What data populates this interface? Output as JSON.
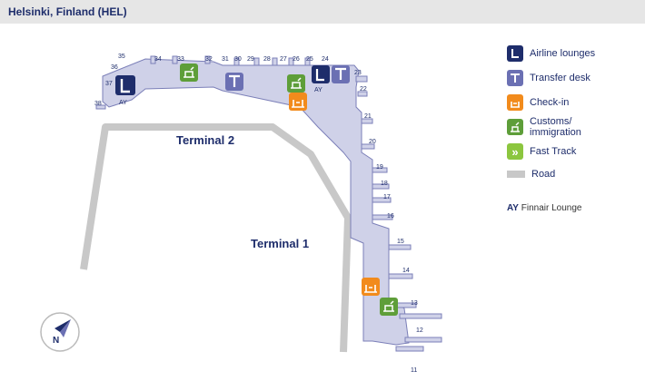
{
  "header": {
    "title": "Helsinki, Finland (HEL)"
  },
  "colors": {
    "building": "#cfd1e8",
    "building_stroke": "#7b7fb8",
    "road": "#c8c8c8",
    "lounge": "#1e2d6b",
    "transfer": "#6b70b3",
    "checkin": "#f28b1c",
    "customs": "#5e9e39",
    "fasttrack": "#8cc63f",
    "label": "#1e2d6b"
  },
  "map": {
    "terminal_labels": [
      "Terminal 2",
      "Terminal 1"
    ],
    "gates": [
      "35",
      "34",
      "33",
      "32",
      "31",
      "30",
      "29",
      "28",
      "27",
      "26",
      "25",
      "24",
      "23",
      "22",
      "21",
      "20",
      "19",
      "18",
      "17",
      "16",
      "15",
      "14",
      "13",
      "12",
      "11",
      "36",
      "37",
      "38"
    ],
    "lounge_label": "AY",
    "compass_label": "N"
  },
  "legend": {
    "items": [
      {
        "name": "lounge",
        "label": "Airline lounges",
        "glyph": "L"
      },
      {
        "name": "transfer",
        "label": "Transfer desk",
        "glyph": "T"
      },
      {
        "name": "checkin",
        "label": "Check-in"
      },
      {
        "name": "customs",
        "label": "Customs/ immigration"
      },
      {
        "name": "fasttrack",
        "label": "Fast Track",
        "glyph": "»"
      },
      {
        "name": "road",
        "label": "Road"
      }
    ],
    "ay_code": "AY",
    "ay_label": "Finnair Lounge"
  }
}
